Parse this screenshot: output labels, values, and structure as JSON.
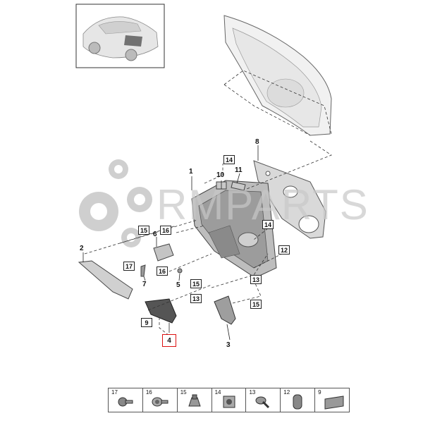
{
  "watermark": "RMPARTS",
  "callouts": {
    "c1": "1",
    "c2": "2",
    "c3": "3",
    "c4": "4",
    "c5": "5",
    "c6": "6",
    "c7": "7",
    "c8": "8",
    "c10": "10",
    "c11": "11",
    "b9": "9",
    "b12": "12",
    "b13a": "13",
    "b13b": "13",
    "b14a": "14",
    "b14b": "14",
    "b15a": "15",
    "b15b": "15",
    "b15c": "15",
    "b16a": "16",
    "b16b": "16",
    "b17": "17"
  },
  "legend": [
    {
      "num": "17",
      "icon": "screw-icon"
    },
    {
      "num": "16",
      "icon": "washer-screw-icon"
    },
    {
      "num": "15",
      "icon": "clip-icon"
    },
    {
      "num": "14",
      "icon": "nut-clip-icon"
    },
    {
      "num": "13",
      "icon": "rivet-icon"
    },
    {
      "num": "12",
      "icon": "cap-icon"
    },
    {
      "num": "9",
      "icon": "pad-icon"
    }
  ]
}
